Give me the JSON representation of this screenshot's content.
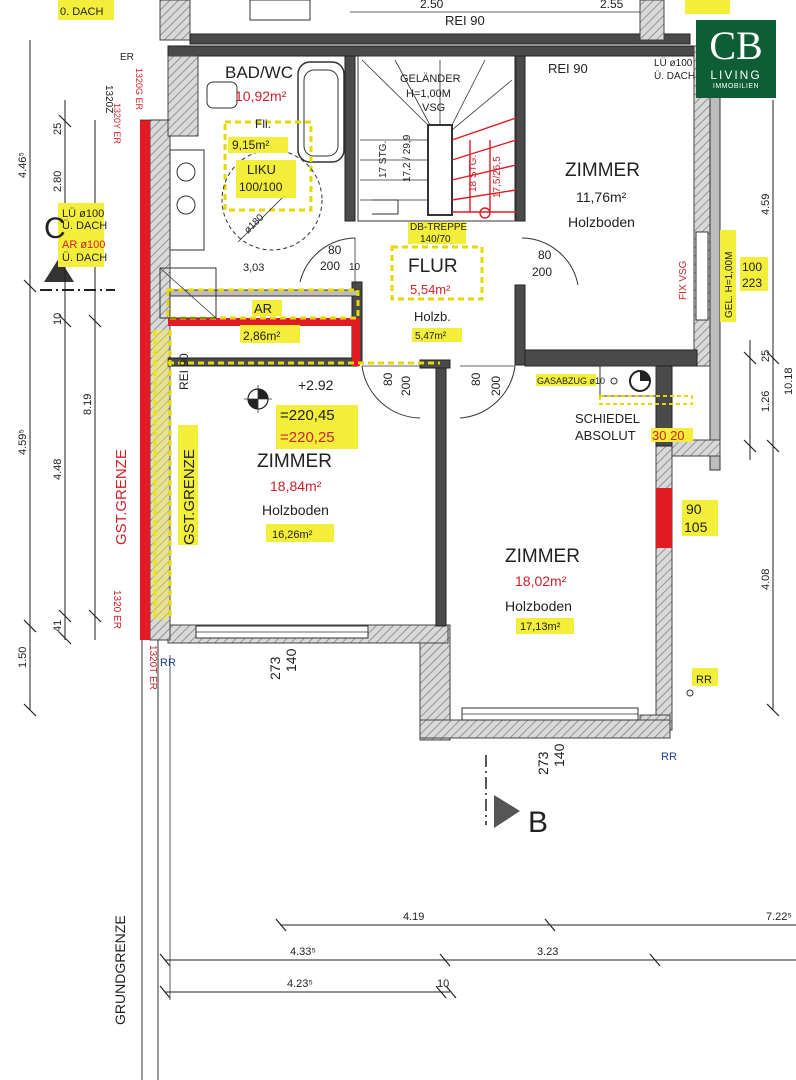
{
  "logo": {
    "mark": "CB",
    "line1": "LIVING",
    "line2": "IMMOBILIEN",
    "color": "#0d5e35"
  },
  "rooms": {
    "bad": {
      "name": "BAD/WC",
      "area": "10,92m²"
    },
    "fli": {
      "label": "Fli.",
      "area": "9,15m²"
    },
    "liku": {
      "label1": "LIKU",
      "label2": "100/100"
    },
    "zimmer_ne": {
      "name": "ZIMMER",
      "area": "11,76m²",
      "floor": "Holzboden"
    },
    "flur": {
      "name": "FLUR",
      "area": "5,54m²",
      "floor": "Holzb.",
      "floor_area": "5,47m²"
    },
    "ar": {
      "name": "AR",
      "area": "2,86m²"
    },
    "zimmer_w": {
      "name": "ZIMMER",
      "area": "18,84m²",
      "floor": "Holzboden",
      "floor_area": "16,26m²"
    },
    "zimmer_se": {
      "name": "ZIMMER",
      "area": "18,02m²",
      "floor": "Holzboden",
      "floor_area": "17,13m²"
    }
  },
  "labels": {
    "rei90_top": "REI 90",
    "rei90_mid": "REI 90",
    "rei90_vert": "REI 90",
    "gelaender1": "GELÄNDER",
    "gelaender2": "H=1,00M",
    "gelaender3": "VSG",
    "stg_left1": "17 STG.",
    "stg_left2": "17,2 / 29,9",
    "stg_right1": "18 STG.",
    "stg_right2": "17,5/26,5",
    "db_treppe1": "DB-TREPPE",
    "db_treppe2": "140/70",
    "height": "+2.92",
    "level1": "=220,45",
    "level2": "=220,25",
    "gasabzug": "GASABZUG ø10",
    "schiedel1": "SCHIEDEL",
    "schiedel2": "ABSOLUT",
    "schiedel_dims": "30 20",
    "fix_vsg": "FIX VSG",
    "gel_vert": "GEL. H=1,00M",
    "win_100": "100",
    "win_223": "223",
    "win_90": "90",
    "win_105": "105",
    "lu_top1": "LÜ ø100",
    "lu_top2": "Ü. DACH",
    "lu_left1": "LÜ ø100",
    "lu_left2": "Ü. DACH",
    "ar_left1": "AR ø100",
    "ar_left2": "Ü. DACH",
    "er_1": "ER",
    "er_2": "1320Z",
    "er_3": "1320G ER",
    "er_4": "1320Y ER",
    "er_5": "1320 ER",
    "er_6": "1320T ER",
    "rr": "RR",
    "gst1": "GST.GRENZE",
    "gst2": "GST.GRENZE",
    "grundgrenze": "GRUNDGRENZE",
    "section_c": "C",
    "section_b": "B",
    "door_80": "80",
    "door_200": "200",
    "door_10": "10",
    "win_273": "273",
    "win_140": "140",
    "dach_top": "0. DACH",
    "top_250": "2.50",
    "top_255": "2.55"
  },
  "dimensions": {
    "left_outer": [
      "4.46⁵",
      "4.59⁵",
      "1.50"
    ],
    "left_inner": [
      "25",
      "2.80",
      "10",
      "8.19",
      "4.48",
      "41"
    ],
    "left_mid": "3,03",
    "right_outer": [
      "4.59",
      "10.18",
      "4.08"
    ],
    "right_inner": [
      "25",
      "1.26"
    ],
    "bottom_row1": [
      "4.19",
      "7.22⁵"
    ],
    "bottom_row2": [
      "4.33⁵",
      "3.23"
    ],
    "bottom_row3": [
      "4.23⁵",
      "10"
    ],
    "diag": "ø180"
  }
}
